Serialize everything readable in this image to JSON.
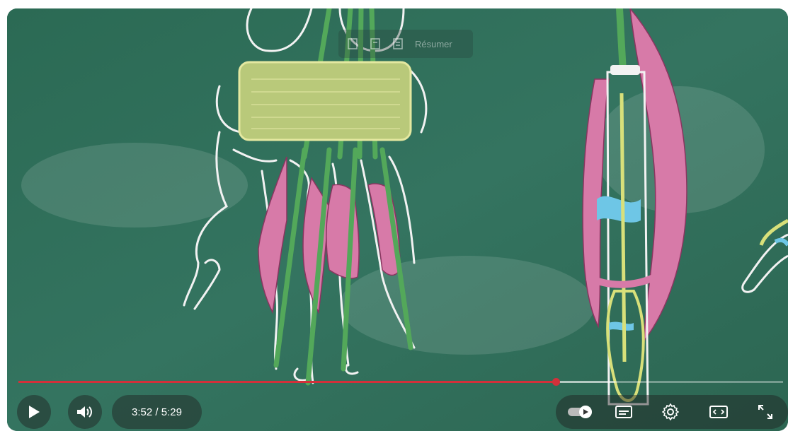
{
  "overlay": {
    "summary_label": "Résumer"
  },
  "player": {
    "time_display": "3:52 / 5:29",
    "progress_fraction": 0.703,
    "buffered_fraction": 0.78,
    "accent_color": "#d3303a"
  },
  "controls": {
    "play_icon": "play-icon",
    "volume_icon": "volume-icon",
    "autoplay_icon": "autoplay-toggle-icon",
    "subtitles_icon": "subtitles-icon",
    "settings_icon": "gear-icon",
    "theater_icon": "theater-mode-icon",
    "fullscreen_icon": "fullscreen-icon"
  }
}
